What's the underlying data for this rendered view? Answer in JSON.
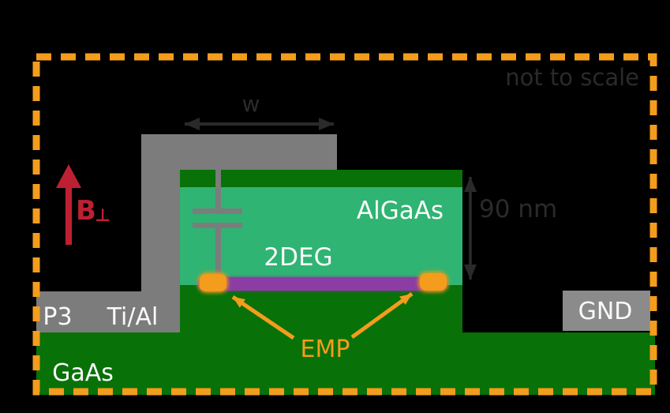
{
  "note": "not to scale",
  "annotations": {
    "width_label": "w",
    "thickness_label": "90 nm",
    "b_field_label": "B",
    "b_field_subscript": "⊥",
    "emp_label": "EMP"
  },
  "regions": {
    "substrate": "GaAs",
    "barrier": "AlGaAs",
    "channel": "2DEG"
  },
  "contacts": {
    "left_port": "P3",
    "gate_material": "Ti/Al",
    "ground": "GND"
  },
  "colors": {
    "background": "#000000",
    "orange": "#F49C1C",
    "dark_green": "#087108",
    "light_green": "#2FB473",
    "purple": "#8B3CA4",
    "metal_gray": "#7C7C7C",
    "gnd_gray": "#8B8B8B",
    "red": "#BE2033",
    "dark_annotation": "#2B2A2B",
    "white": "#FAFAFA"
  }
}
